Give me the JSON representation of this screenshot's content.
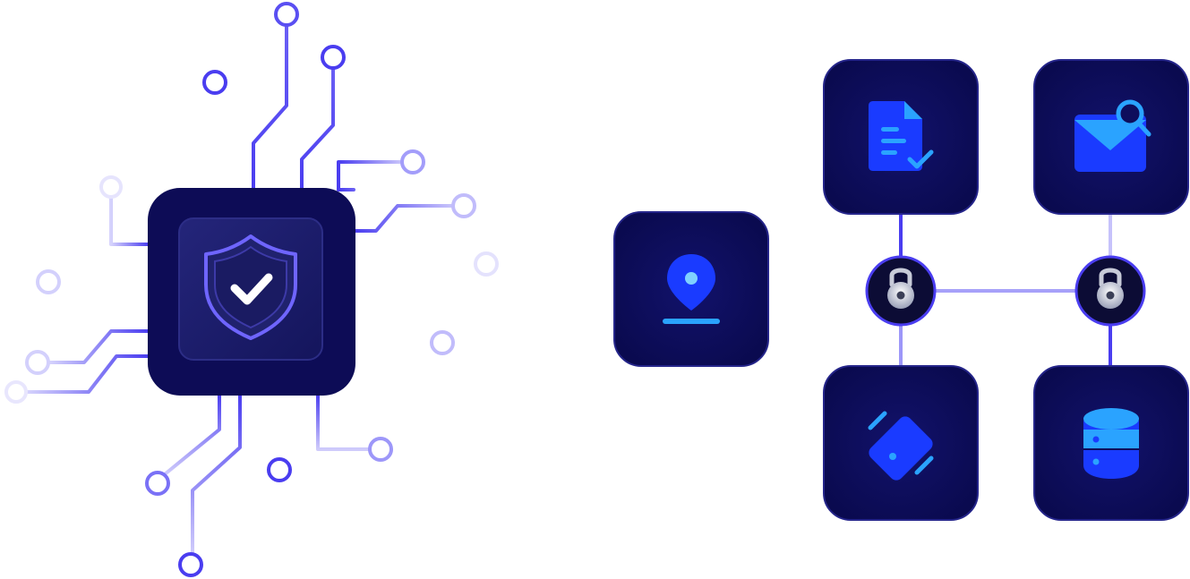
{
  "diagram": {
    "colors": {
      "background": "#ffffff",
      "trace": "#4a3df0",
      "trace_light": "#c9c5fb",
      "tile_outer": "#0b0b57",
      "tile_border": "#2a2a8e",
      "chip_inner": "#1a1b6a",
      "lock_node": "#0c0c35",
      "icon_blue": "#1a3bff",
      "icon_cyan": "#2aa3ff",
      "shield_outline": "#6f65ff"
    },
    "nodes": [
      {
        "id": "security-chip",
        "icon": "shield-check-icon"
      },
      {
        "id": "location-node",
        "icon": "location-pin-icon"
      },
      {
        "id": "document-node",
        "icon": "document-check-icon"
      },
      {
        "id": "email-search-node",
        "icon": "email-search-icon"
      },
      {
        "id": "device-node",
        "icon": "phone-device-icon"
      },
      {
        "id": "database-node",
        "icon": "database-icon"
      },
      {
        "id": "lock-node-1",
        "icon": "padlock-icon"
      },
      {
        "id": "lock-node-2",
        "icon": "padlock-icon"
      }
    ]
  }
}
